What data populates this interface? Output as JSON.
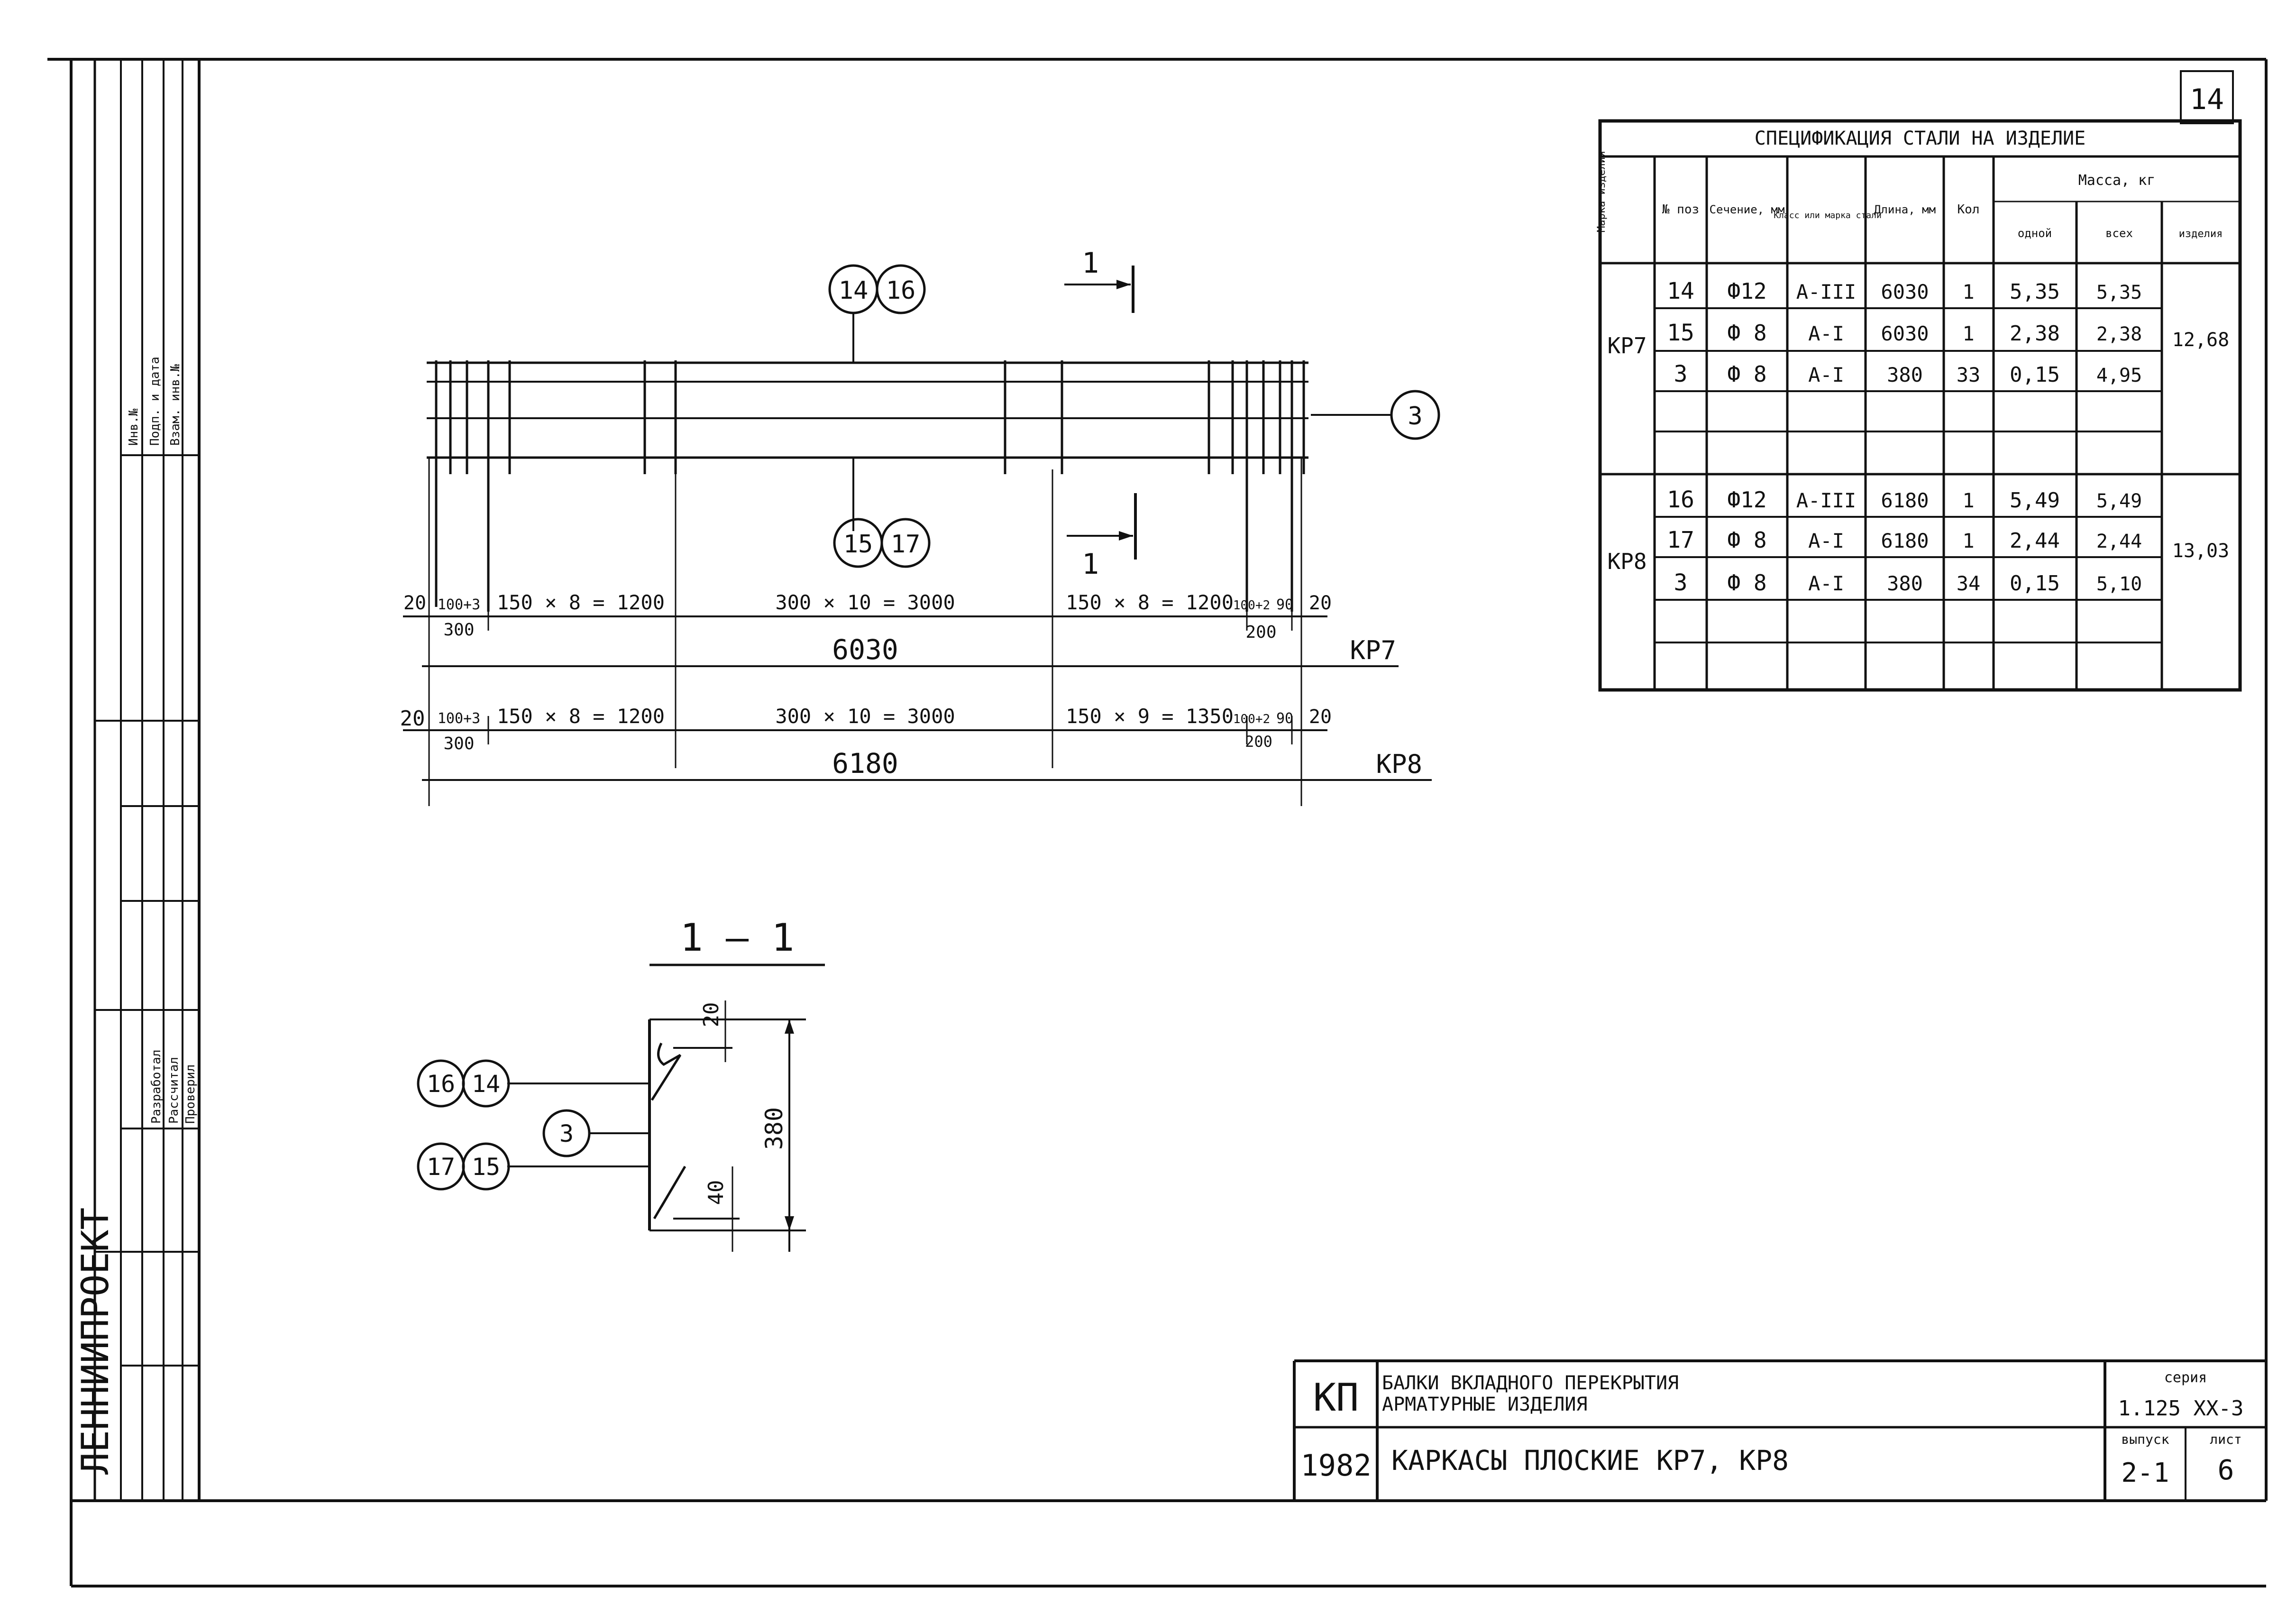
{
  "page_number": "14",
  "left_strip": {
    "org": "ЛЕННИИПРОЕКТ",
    "roles": [
      "Разработал",
      "Рассчитал",
      "Проверил"
    ],
    "cells_top": [
      "Инв.№",
      "Подп. и дата",
      "Взам. инв.№"
    ]
  },
  "spec": {
    "title": "СПЕЦИФИКАЦИЯ СТАЛИ НА ИЗДЕЛИЕ",
    "headers": {
      "mark": "Марка изделия",
      "pos": "№ поз",
      "section": "Сечение, мм",
      "class": "Класс или марка стали",
      "length": "Длина, мм",
      "qty": "Кол",
      "mass": "Масса, кг",
      "mass_one": "одной",
      "mass_all": "всех",
      "mass_item": "изделия"
    },
    "groups": [
      {
        "mark": "КР7",
        "total": "12,68",
        "rows": [
          {
            "pos": "14",
            "section": "Ф12",
            "class": "А-III",
            "length": "6030",
            "qty": "1",
            "m1": "5,35",
            "m2": "5,35"
          },
          {
            "pos": "15",
            "section": "Ф 8",
            "class": "А-I",
            "length": "6030",
            "qty": "1",
            "m1": "2,38",
            "m2": "2,38"
          },
          {
            "pos": "3",
            "section": "Ф 8",
            "class": "А-I",
            "length": "380",
            "qty": "33",
            "m1": "0,15",
            "m2": "4,95"
          }
        ]
      },
      {
        "mark": "КР8",
        "total": "13,03",
        "rows": [
          {
            "pos": "16",
            "section": "Ф12",
            "class": "А-III",
            "length": "6180",
            "qty": "1",
            "m1": "5,49",
            "m2": "5,49"
          },
          {
            "pos": "17",
            "section": "Ф 8",
            "class": "А-I",
            "length": "6180",
            "qty": "1",
            "m1": "2,44",
            "m2": "2,44"
          },
          {
            "pos": "3",
            "section": "Ф 8",
            "class": "А-I",
            "length": "380",
            "qty": "34",
            "m1": "0,15",
            "m2": "5,10"
          }
        ]
      }
    ]
  },
  "drawing": {
    "callouts": {
      "top": [
        "14",
        "16"
      ],
      "bottom": [
        "15",
        "17"
      ],
      "right": "3",
      "sec_top": [
        "16",
        "14"
      ],
      "sec_mid": "3",
      "sec_bot": [
        "17",
        "15"
      ]
    },
    "section_mark": "1",
    "section_title": "1 — 1",
    "kr7_dims": [
      "20",
      "100+3",
      "300",
      "150 × 8 = 1200",
      "300 × 10 = 3000",
      "150 × 8 = 1200",
      "100+2",
      "200",
      "90",
      "20"
    ],
    "kr7_total": "6030",
    "kr7_label": "КР7",
    "kr8_dims": [
      "20",
      "100+3",
      "300",
      "150 × 8 = 1200",
      "300 × 10 = 3000",
      "150 × 9 = 1350",
      "100+2",
      "200",
      "90",
      "20"
    ],
    "kr8_total": "6180",
    "kr8_label": "КР8",
    "sec_dim_top": "20",
    "sec_dim_bot": "40",
    "sec_height": "380"
  },
  "title_block": {
    "kp": "КП",
    "year": "1982",
    "line1": "БАЛКИ ВКЛАДНОГО ПЕРЕКРЫТИЯ",
    "line2": "АРМАТУРНЫЕ ИЗДЕЛИЯ",
    "line3": "КАРКАСЫ ПЛОСКИЕ КР7, КР8",
    "series_label": "серия",
    "series": "1.125 ХХ-3",
    "issue_label": "выпуск",
    "issue": "2-1",
    "sheet_label": "лист",
    "sheet": "6"
  }
}
